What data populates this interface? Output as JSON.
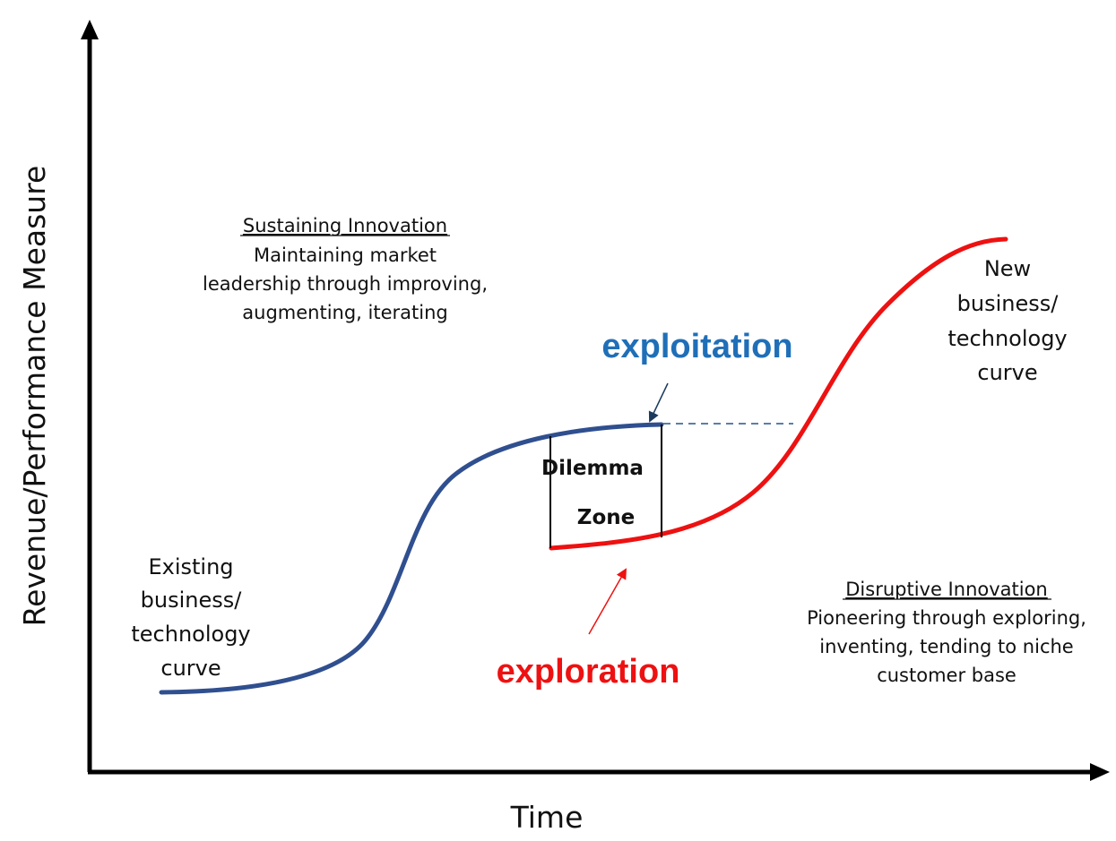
{
  "axes": {
    "x_label": "Time",
    "y_label": "Revenue/Performance Measure"
  },
  "curves": {
    "existing": {
      "label_lines": [
        "Existing",
        "business/",
        "technology",
        "curve"
      ],
      "color": "#2f4f8f"
    },
    "new": {
      "label_lines": [
        "New",
        "business/",
        "technology",
        "curve"
      ],
      "color": "#ee1111"
    }
  },
  "sustaining": {
    "title": "Sustaining Innovation",
    "lines": [
      "Maintaining market",
      "leadership through improving,",
      "augmenting, iterating"
    ]
  },
  "disruptive": {
    "title": "Disruptive Innovation",
    "lines": [
      "Pioneering through exploring,",
      "inventing, tending to niche",
      "customer base"
    ]
  },
  "callouts": {
    "exploitation": {
      "text": "exploitation",
      "color": "#1f6fb8"
    },
    "exploration": {
      "text": "exploration",
      "color": "#ee1111"
    }
  },
  "dilemma_zone": {
    "lines": [
      "Dilemma",
      "Zone"
    ]
  }
}
